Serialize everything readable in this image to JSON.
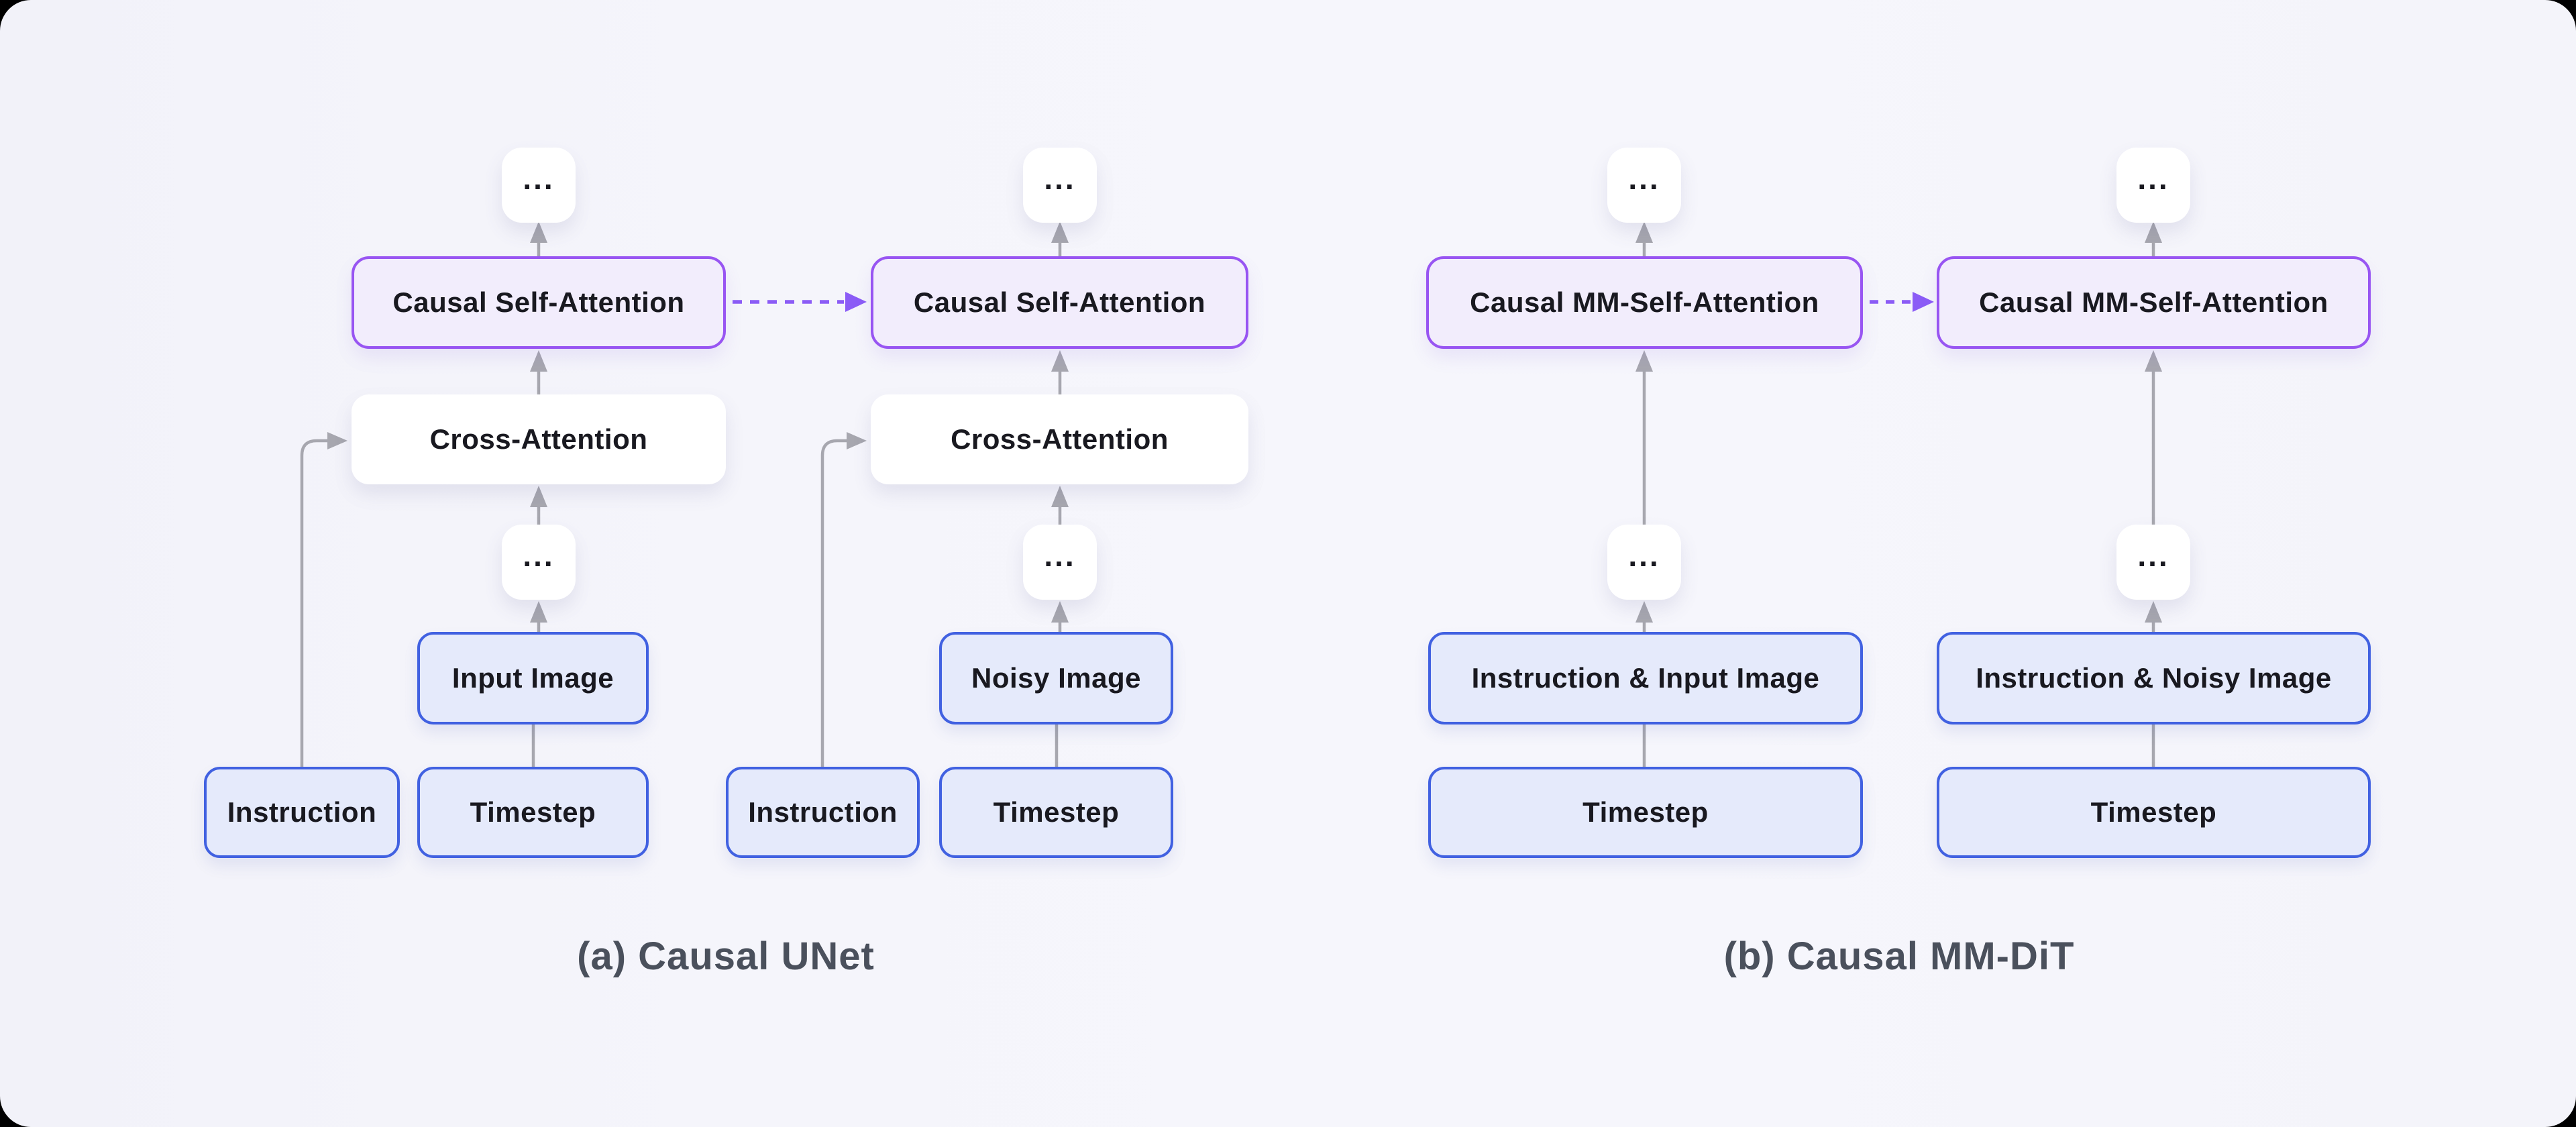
{
  "diagram": {
    "panel_a": {
      "caption": "(a) Causal UNet",
      "stream_1": {
        "top_ellipsis": "...",
        "self_attention": "Causal Self-Attention",
        "cross_attention": "Cross-Attention",
        "mid_ellipsis": "...",
        "image": "Input Image",
        "instruction": "Instruction",
        "timestep": "Timestep"
      },
      "stream_2": {
        "top_ellipsis": "...",
        "self_attention": "Causal Self-Attention",
        "cross_attention": "Cross-Attention",
        "mid_ellipsis": "...",
        "image": "Noisy Image",
        "instruction": "Instruction",
        "timestep": "Timestep"
      }
    },
    "panel_b": {
      "caption": "(b) Causal MM-DiT",
      "stream_1": {
        "top_ellipsis": "...",
        "self_attention": "Causal MM-Self-Attention",
        "mid_ellipsis": "...",
        "tokens": "Instruction & Input Image",
        "timestep": "Timestep"
      },
      "stream_2": {
        "top_ellipsis": "...",
        "self_attention": "Causal MM-Self-Attention",
        "mid_ellipsis": "...",
        "tokens": "Instruction & Noisy Image",
        "timestep": "Timestep"
      }
    }
  },
  "colors": {
    "background": "#F5F5FB",
    "outer": "#000000",
    "purple_border": "#9855F2",
    "purple_fill": "#F2EDFC",
    "blue_border": "#4161E1",
    "blue_fill": "#E5EAFB",
    "white_box": "#FFFFFF",
    "arrow_gray": "#A7A7AF",
    "dotted_arrow_purple": "#8B5CF6",
    "box_text": "#191920",
    "caption_text": "#4A505C"
  }
}
